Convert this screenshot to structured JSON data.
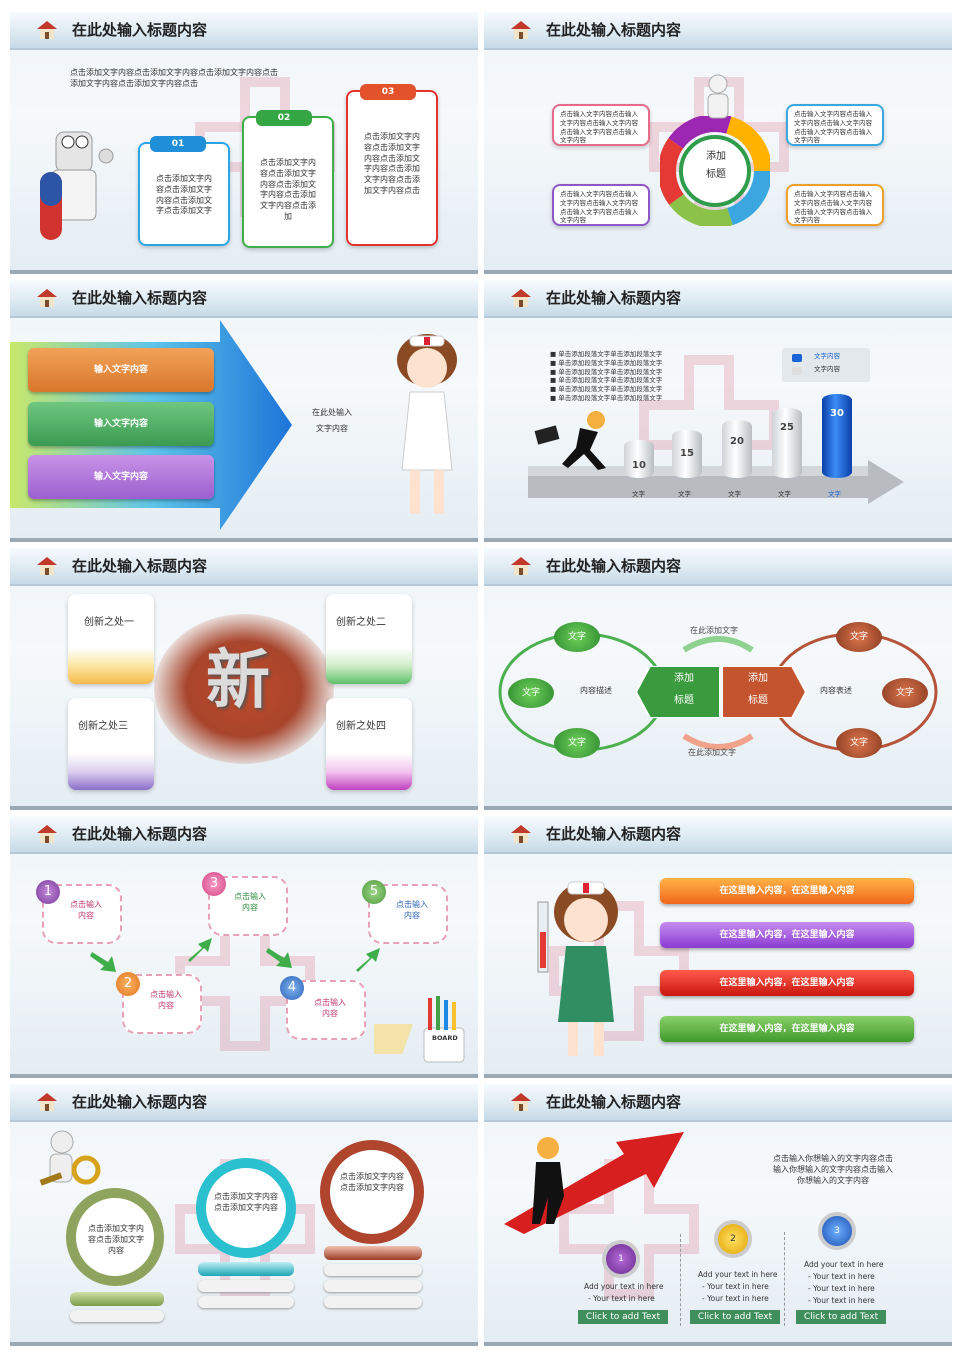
{
  "slide_title": "在此处输入标题内容",
  "s1": {
    "intro": "点击添加文字内容点击添加文字内容点击添加文字内容点击添加文字内容点击添加文字内容点击",
    "cards": [
      {
        "num": "01",
        "text": "点击添加文字内容点击添加文字内容点击添加文字点击添加文字"
      },
      {
        "num": "02",
        "text": "点击添加文字内容点击添加文字内容点击添加文字内容点击添加文字内容点击添加"
      },
      {
        "num": "03",
        "text": "点击添加文字内容点击添加文字内容点击添加文字内容点击添加文字内容点击添加文字内容点击"
      }
    ]
  },
  "s2": {
    "center": [
      "添加",
      "标题"
    ],
    "boxes": [
      "点击输入文字内容点击输入文字内容点击输入文字内容点击输入文字内容点击输入文字内容",
      "点击输入文字内容点击输入文字内容点击输入文字内容点击输入文字内容点击输入文字内容",
      "点击输入文字内容点击输入文字内容点击输入文字内容点击输入文字内容点击输入文字内容",
      "点击输入文字内容点击输入文字内容点击输入文字内容点击输入文字内容点击输入文字内容"
    ]
  },
  "s3": {
    "items": [
      "输入文字内容",
      "输入文字内容",
      "输入文字内容"
    ],
    "side": [
      "在此处输入",
      "文字内容"
    ]
  },
  "s4": {
    "bullets": [
      "单击添加段落文字单击添加段落文字",
      "单击添加段落文字单击添加段落文字",
      "单击添加段落文字单击添加段落文字",
      "单击添加段落文字单击添加段落文字",
      "单击添加段落文字单击添加段落文字",
      "单击添加段落文字单击添加段落文字"
    ],
    "legend": [
      "文字内容",
      "文字内容"
    ],
    "cylinders": [
      "10",
      "15",
      "20",
      "25",
      "30"
    ],
    "labels": [
      "文字",
      "文字",
      "文字",
      "文字",
      "文字"
    ]
  },
  "s5": {
    "items": [
      "创新之处一",
      "创新之处二",
      "创新之处三",
      "创新之处四"
    ],
    "center": "新"
  },
  "s6": {
    "left_nodes": [
      "文字",
      "文字",
      "文字"
    ],
    "right_nodes": [
      "文字",
      "文字",
      "文字"
    ],
    "left_desc": "内容描述",
    "right_desc": "内容表述",
    "center_left": [
      "添加",
      "标题"
    ],
    "center_right": [
      "添加",
      "标题"
    ],
    "top_label": "在此添加文字",
    "bottom_label": "在此添加文字"
  },
  "s7": {
    "steps": [
      {
        "num": "1",
        "text": "点击输入内容"
      },
      {
        "num": "2",
        "text": "点击输入内容"
      },
      {
        "num": "3",
        "text": "点击输入内容"
      },
      {
        "num": "4",
        "text": "点击输入内容"
      },
      {
        "num": "5",
        "text": "点击输入内容"
      }
    ],
    "board": "BOARD"
  },
  "s8": {
    "bars": [
      "在这里输入内容，在这里输入内容",
      "在这里输入内容，在这里输入内容",
      "在这里输入内容，在这里输入内容",
      "在这里输入内容，在这里输入内容"
    ]
  },
  "s9": {
    "rings": [
      "点击添加文字内容点击添加文字内容",
      "点击添加文字内容点击添加文字内容",
      "点击添加文字内容点击添加文字内容"
    ]
  },
  "s10": {
    "intro": "点击输入你想输入的文字内容点击输入你想输入的文字内容点击输入你想输入的文字内容",
    "cols": [
      {
        "num": "1",
        "lines": [
          "Add your text in here",
          "- Your text in here"
        ],
        "btn": "Click to add Text"
      },
      {
        "num": "2",
        "lines": [
          "Add your text in here",
          "- Your text in here",
          "- Your text in here"
        ],
        "btn": "Click to add Text"
      },
      {
        "num": "3",
        "lines": [
          "Add your text in here",
          "- Your text in here",
          "- Your text in here",
          "- Your text in here"
        ],
        "btn": "Click to add Text"
      }
    ]
  },
  "colors": {
    "blue": "#1aa0e0",
    "green": "#3fae4a",
    "red": "#e0342c",
    "purple": "#9b4fd0",
    "orange": "#f09a2a"
  }
}
